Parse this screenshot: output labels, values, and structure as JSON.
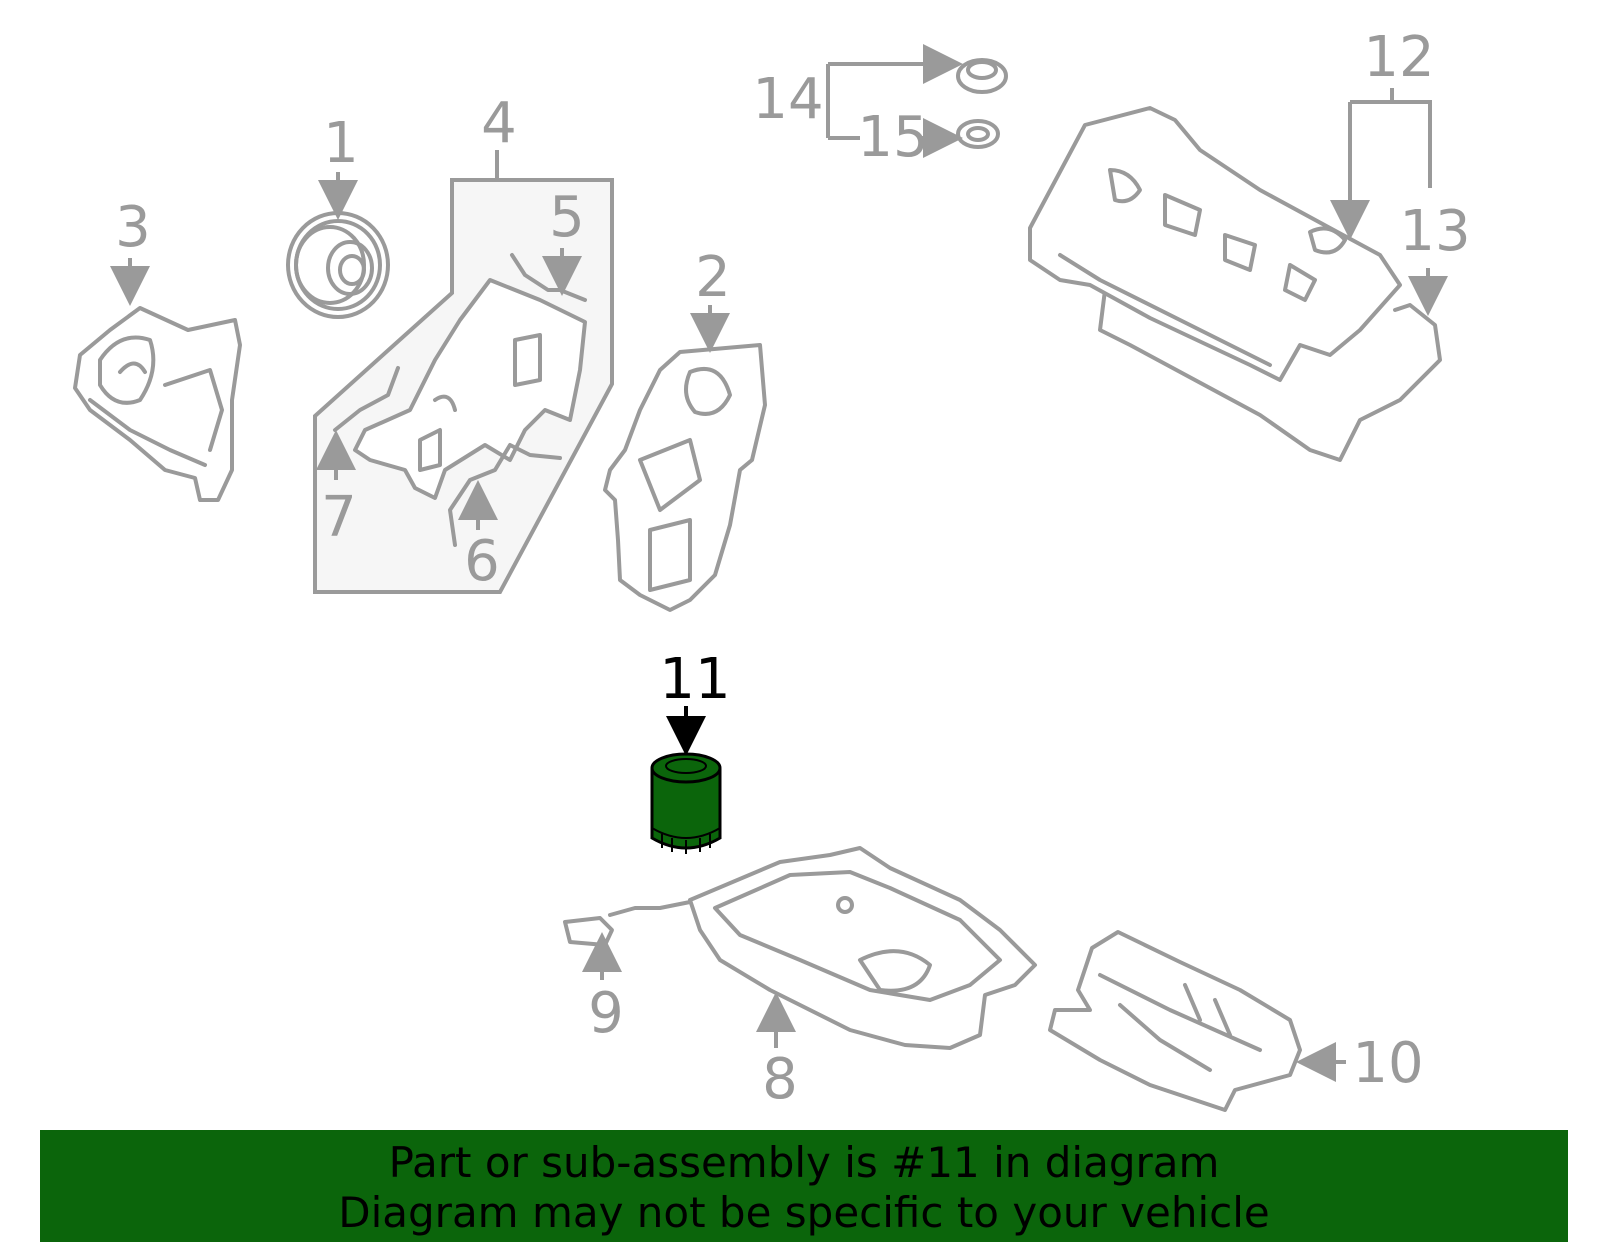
{
  "callouts": [
    "1",
    "2",
    "3",
    "4",
    "5",
    "6",
    "7",
    "8",
    "9",
    "10",
    "11",
    "12",
    "13",
    "14",
    "15"
  ],
  "highlight": {
    "part_number": "11",
    "color": "#0b650b"
  },
  "banner": {
    "line1": "Part or sub-assembly is #11 in diagram",
    "line2": "Diagram may not be specific to your vehicle",
    "background": "#0b650b"
  },
  "colors": {
    "outline": "#9a9a9a",
    "highlight": "#0b650b",
    "text_highlight": "#000000"
  }
}
